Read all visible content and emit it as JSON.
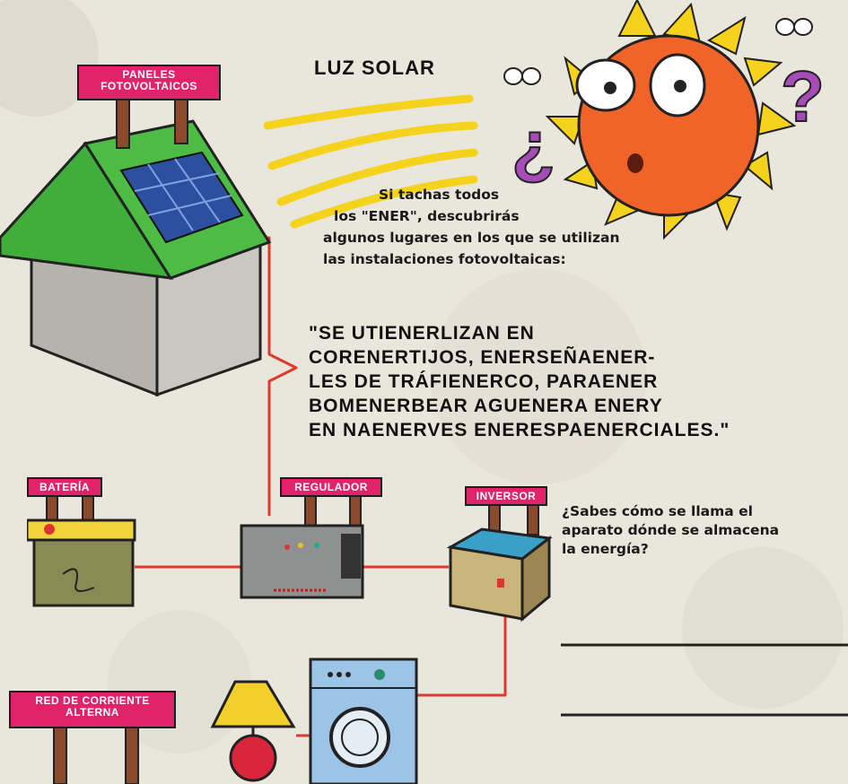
{
  "labels": {
    "paneles": "PANELES FOTOVOLTAICOS",
    "luz_solar": "LUZ SOLAR",
    "bateria": "BATERÍA",
    "regulador": "REGULADOR",
    "inversor": "INVERSOR",
    "red": "RED DE CORRIENTE ALTERNA"
  },
  "instructions": {
    "line1": "Si tachas todos",
    "line2": "los \"ENER\", descubrirás",
    "line3": "algunos lugares en los que se utilizan",
    "line4": "las instalaciones fotovoltaicas:"
  },
  "puzzle": {
    "line1": "\"SE UTIENERLIZAN EN",
    "line2": "CORENERTIJOS, ENERSEÑAENER-",
    "line3": "LES DE TRÁFIENERCO, PARAENER",
    "line4": "BOMENERBEAR AGUENERA ENERY",
    "line5": "EN NAENERVES ENERESPAENERCIALES.\""
  },
  "question": {
    "line1": "¿Sabes cómo se llama el",
    "line2": "aparato dónde se almacena",
    "line3": "la energía?"
  },
  "colors": {
    "sign_pink": "#e2226b",
    "wire_red": "#e03a2f",
    "sun_orange": "#f0642a",
    "sun_rays": "#f5d21c",
    "roof_green": "#3fae3a",
    "panel_blue": "#2c4fa0",
    "question_purple": "#a54cb8"
  }
}
